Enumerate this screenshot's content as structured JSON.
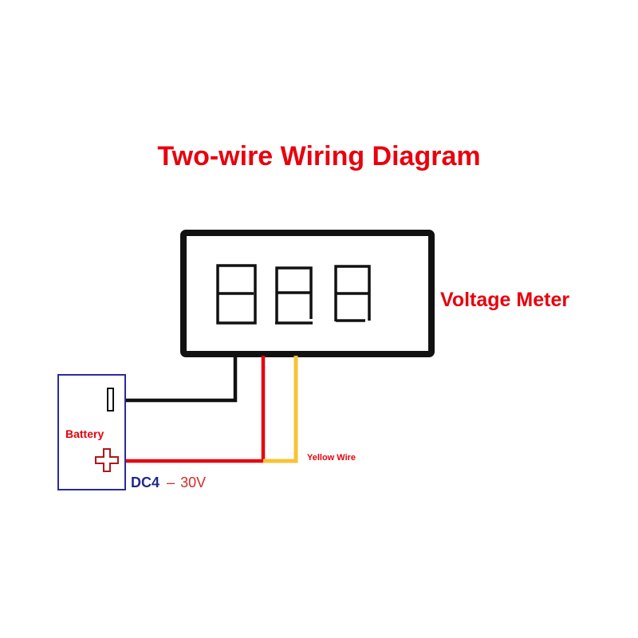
{
  "title": "Two-wire Wiring Diagram",
  "meter": {
    "label": "Voltage Meter",
    "digit_count": 3
  },
  "battery": {
    "label": "Battery",
    "negative_symbol": "minus-terminal",
    "positive_symbol": "plus-terminal",
    "voltage_prefix": "DC4",
    "voltage_separator": "–",
    "voltage_suffix": "30V"
  },
  "wires": {
    "yellow_label": "Yellow Wire",
    "items": [
      {
        "name": "black-wire",
        "color": "#111111",
        "from": "meter",
        "to": "battery-negative"
      },
      {
        "name": "red-wire",
        "color": "#e8000d",
        "from": "meter",
        "to": "battery-positive"
      },
      {
        "name": "yellow-wire",
        "color": "#f7c335",
        "from": "meter",
        "to": "red-wire-junction"
      }
    ]
  },
  "colors": {
    "title_red": "#e8000d",
    "battery_blue": "#2a2aa0",
    "dc_blue": "#1e2a8a",
    "voltage_red": "#d42a2a",
    "black": "#111111",
    "yellow": "#f7c335",
    "plus_outline": "#b01818"
  }
}
